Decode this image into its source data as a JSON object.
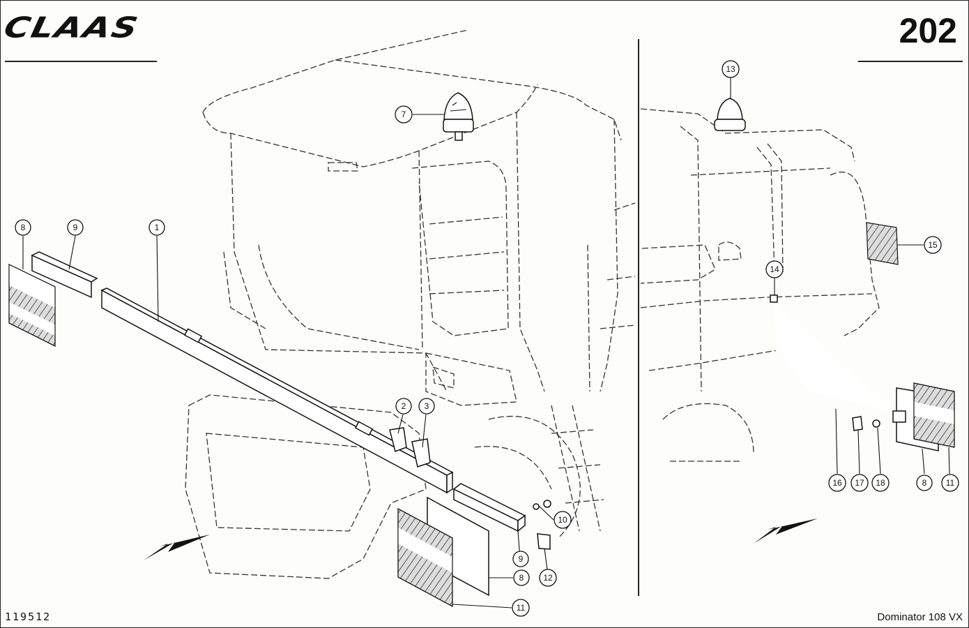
{
  "header": {
    "brand": "CLAAS",
    "page_number": "202"
  },
  "footer": {
    "drawing_number": "119512",
    "model": "Dominator 108 VX"
  },
  "callouts": [
    {
      "id": "c1",
      "label": "1"
    },
    {
      "id": "c2",
      "label": "2"
    },
    {
      "id": "c3",
      "label": "3"
    },
    {
      "id": "c7",
      "label": "7"
    },
    {
      "id": "c8a",
      "label": "8"
    },
    {
      "id": "c9a",
      "label": "9"
    },
    {
      "id": "c9b",
      "label": "9"
    },
    {
      "id": "c10",
      "label": "10"
    },
    {
      "id": "c8b",
      "label": "8"
    },
    {
      "id": "c12",
      "label": "12"
    },
    {
      "id": "c11a",
      "label": "11"
    },
    {
      "id": "c13",
      "label": "13"
    },
    {
      "id": "c14",
      "label": "14"
    },
    {
      "id": "c15",
      "label": "15"
    },
    {
      "id": "c16",
      "label": "16"
    },
    {
      "id": "c17",
      "label": "17"
    },
    {
      "id": "c18",
      "label": "18"
    },
    {
      "id": "c8c",
      "label": "8"
    },
    {
      "id": "c11b",
      "label": "11"
    }
  ]
}
